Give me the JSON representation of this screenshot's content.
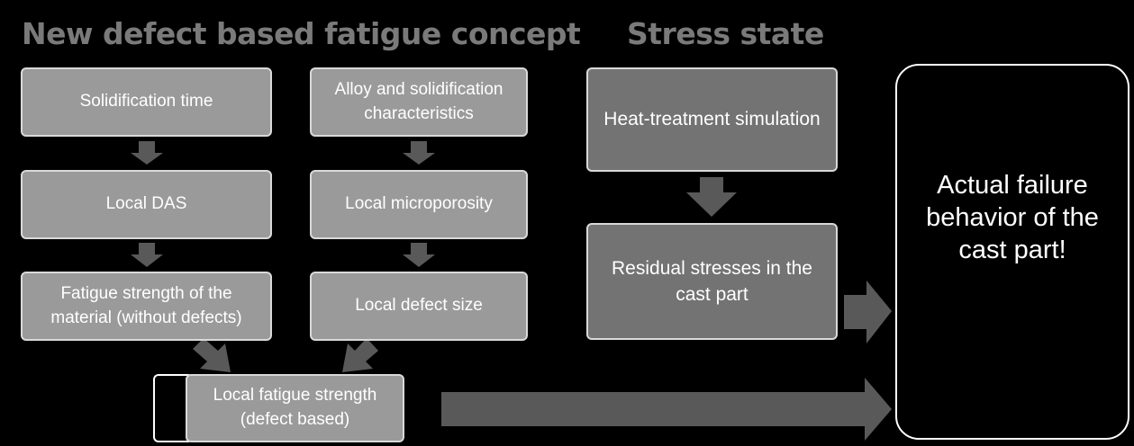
{
  "titles": {
    "concept": "New defect based fatigue concept",
    "stress": "Stress state"
  },
  "boxes": {
    "solidification_time": "Solidification time",
    "alloy": "Alloy and solidification characteristics",
    "local_das": "Local DAS",
    "local_microporosity": "Local microporosity",
    "fatigue_strength_material": "Fatigue strength of the material (without defects)",
    "local_defect_size": "Local defect size",
    "local_fatigue_strength": "Local fatigue strength (defect based)",
    "heat_treatment": "Heat-treatment simulation",
    "residual_stresses": "Residual stresses in the cast part",
    "actual_failure": "Actual failure behavior of the cast part!"
  },
  "colors": {
    "box_fill": "#9a9a9a",
    "dark_box_fill": "#737373",
    "arrow": "#595959",
    "title": "#7a7a7a"
  }
}
